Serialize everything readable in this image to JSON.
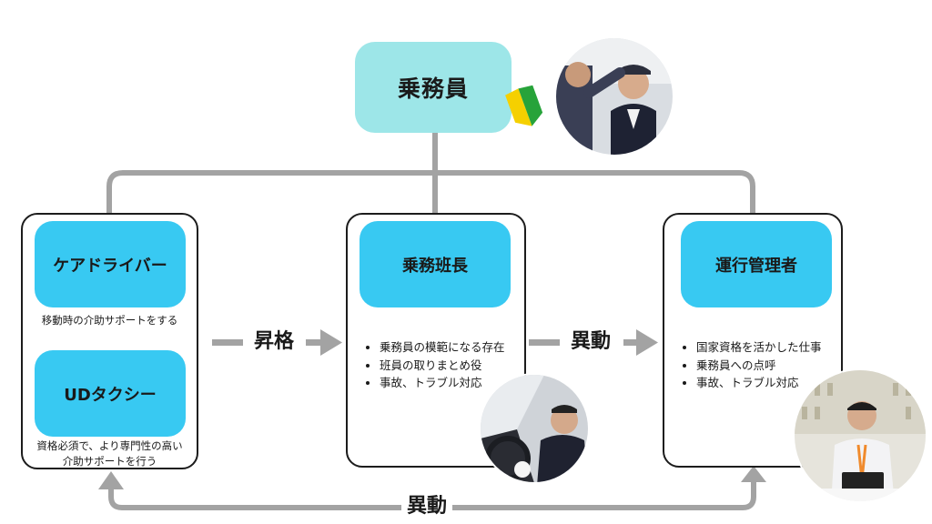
{
  "top": {
    "title": "乗務員"
  },
  "left": {
    "node1": {
      "title": "ケアドライバー",
      "caption": "移動時の介助サポートをする"
    },
    "node2": {
      "title": "UDタクシー",
      "caption_line1": "資格必須で、より専門性の高い",
      "caption_line2": "介助サポートを行う"
    }
  },
  "center": {
    "title": "乗務班長",
    "duties": [
      "乗務員の模範になる存在",
      "班員の取りまとめ役",
      "事故、トラブル対応"
    ]
  },
  "right": {
    "title": "運行管理者",
    "duties": [
      "国家資格を活かした仕事",
      "乗務員への点呼",
      "事故、トラブル対応"
    ]
  },
  "arrows": {
    "promotion": "昇格",
    "transfer_right": "異動",
    "transfer_bottom": "異動"
  },
  "colors": {
    "top_node": "#9de6e8",
    "node": "#38c9f2",
    "connector": "#a3a3a3",
    "beginner_mark_yellow": "#f5d000",
    "beginner_mark_green": "#27a33a"
  },
  "icons": [
    "beginner-mark-icon"
  ]
}
